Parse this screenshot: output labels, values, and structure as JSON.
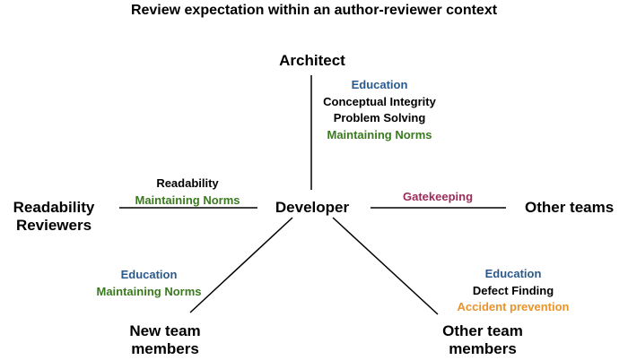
{
  "title": "Review expectation within an author-reviewer context",
  "colors": {
    "black": "#000000",
    "education": "#2a5a8c",
    "maintaining_norms": "#3a7a1e",
    "gatekeeping": "#9b2c5a",
    "accident_prevention": "#e8932a"
  },
  "nodes": {
    "center": "Developer",
    "architect": "Architect",
    "readability_line1": "Readability",
    "readability_line2": "Reviewers",
    "other_teams": "Other teams",
    "new_team_line1": "New team",
    "new_team_line2": "members",
    "other_team_line1": "Other team",
    "other_team_line2": "members"
  },
  "edges": {
    "architect": [
      "Education",
      "Conceptual Integrity",
      "Problem Solving",
      "Maintaining Norms"
    ],
    "readability": [
      "Readability",
      "Maintaining Norms"
    ],
    "other_teams": [
      "Gatekeeping"
    ],
    "new_team": [
      "Education",
      "Maintaining Norms"
    ],
    "other_team": [
      "Education",
      "Defect Finding",
      "Accident prevention"
    ]
  }
}
